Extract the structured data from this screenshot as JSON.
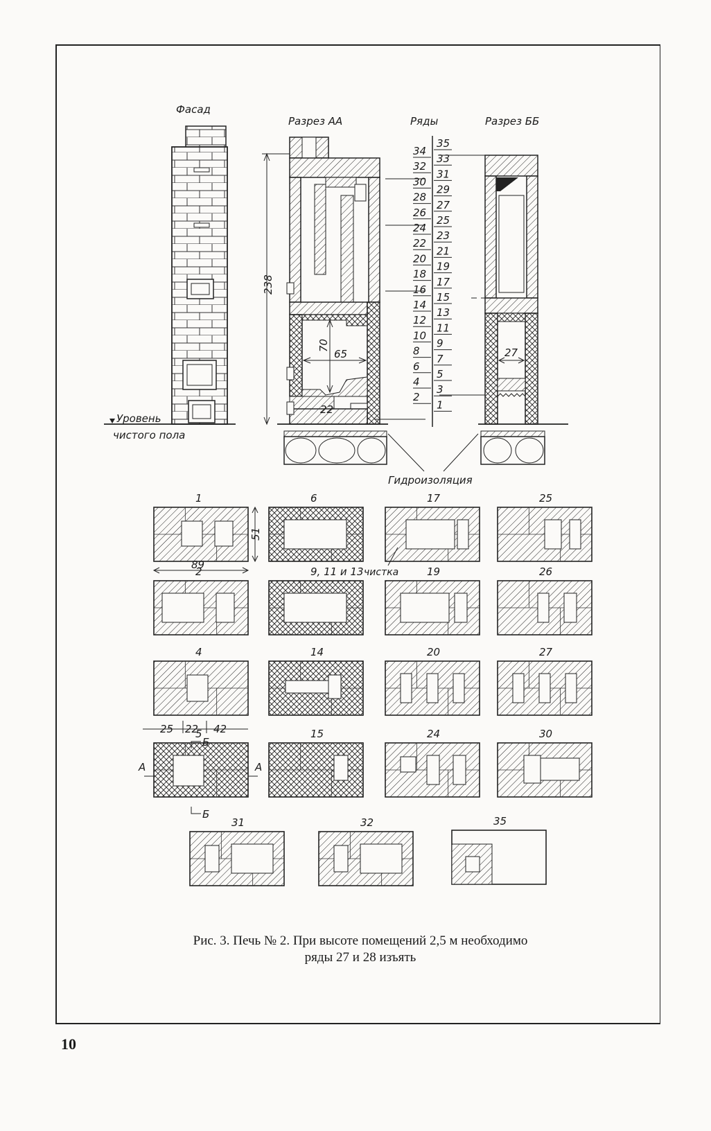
{
  "labels": {
    "facade": "Фасад",
    "section_aa": "Разрез АА",
    "rows": "Ряды",
    "section_bb": "Разрез ББ",
    "floor_level_1": "Уровень",
    "floor_level_2": "чистого пола",
    "waterproofing": "Гидроизоляция",
    "cleanout": "чистка"
  },
  "dimensions": {
    "height_total": "238",
    "firebox_height": "70",
    "firebox_width": "65",
    "grate_width": "22",
    "channel_width": "27",
    "plan_width": "89",
    "plan_depth": "51",
    "row4_a": "25",
    "row4_b": "22",
    "row4_c": "42"
  },
  "row_scale": {
    "left": [
      "34",
      "32",
      "30",
      "28",
      "26",
      "24",
      "22",
      "20",
      "18",
      "16",
      "14",
      "12",
      "10",
      "8",
      "6",
      "4",
      "2"
    ],
    "right": [
      "35",
      "33",
      "31",
      "29",
      "27",
      "25",
      "23",
      "21",
      "19",
      "17",
      "15",
      "13",
      "11",
      "9",
      "7",
      "5",
      "3",
      "1"
    ]
  },
  "plans": [
    {
      "label": "1"
    },
    {
      "label": "6"
    },
    {
      "label": "17"
    },
    {
      "label": "25"
    },
    {
      "label": "2"
    },
    {
      "label": "9, 11 и 13"
    },
    {
      "label": "19"
    },
    {
      "label": "26"
    },
    {
      "label": "4"
    },
    {
      "label": "14"
    },
    {
      "label": "20"
    },
    {
      "label": "27"
    },
    {
      "label": "5"
    },
    {
      "label": "15"
    },
    {
      "label": "24"
    },
    {
      "label": "30"
    },
    {
      "label": "31"
    },
    {
      "label": "32"
    },
    {
      "label": "35"
    }
  ],
  "section_marks": {
    "a": "А",
    "b": "Б"
  },
  "caption": {
    "line1": "Рис. 3. Печь № 2. При высоте помещений 2,5 м необходимо",
    "line2": "ряды 27 и 28 изъять"
  },
  "page_number": "10"
}
